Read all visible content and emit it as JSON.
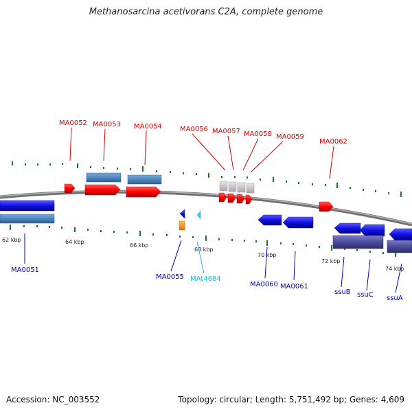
{
  "title": "Methanosarcina acetivorans C2A, complete genome",
  "footer": {
    "accession": "Accession: NC_003552",
    "summary": "Topology: circular; Length: 5,751,492 bp; Genes: 4,609"
  },
  "colors": {
    "forward_gene": "#ff0000",
    "reverse_gene": "#1010e0",
    "forward_cds_box": "#4f86c0",
    "reverse_cds_box": "#4f86c0",
    "pseudo_gene": "#c8c8c8",
    "rna_gene": "#ff9a1a",
    "trna_gene": "#33c8f0",
    "operon_box": "#4c4c9c",
    "forward_label": "#d40000",
    "reverse_label": "#0000b0",
    "trna_label": "#1ab8e0",
    "tick": "#1a7a1a",
    "backbone": "#808080"
  },
  "scale_labels": [
    "62 kbp",
    "64 kbp",
    "66 kbp",
    "68 kbp",
    "70 kbp",
    "72 kbp",
    "74 kbp"
  ],
  "forward_labels": [
    "MA0052",
    "MA0053",
    "MA0054",
    "MA0056",
    "MA0057",
    "MA0058",
    "MA0059",
    "MA0062"
  ],
  "reverse_labels": [
    "MA0051",
    "MA0055",
    "MA0060",
    "MA0061",
    "ssuB",
    "ssuC",
    "ssuA"
  ],
  "trna_labels": [
    "MAt4684"
  ]
}
